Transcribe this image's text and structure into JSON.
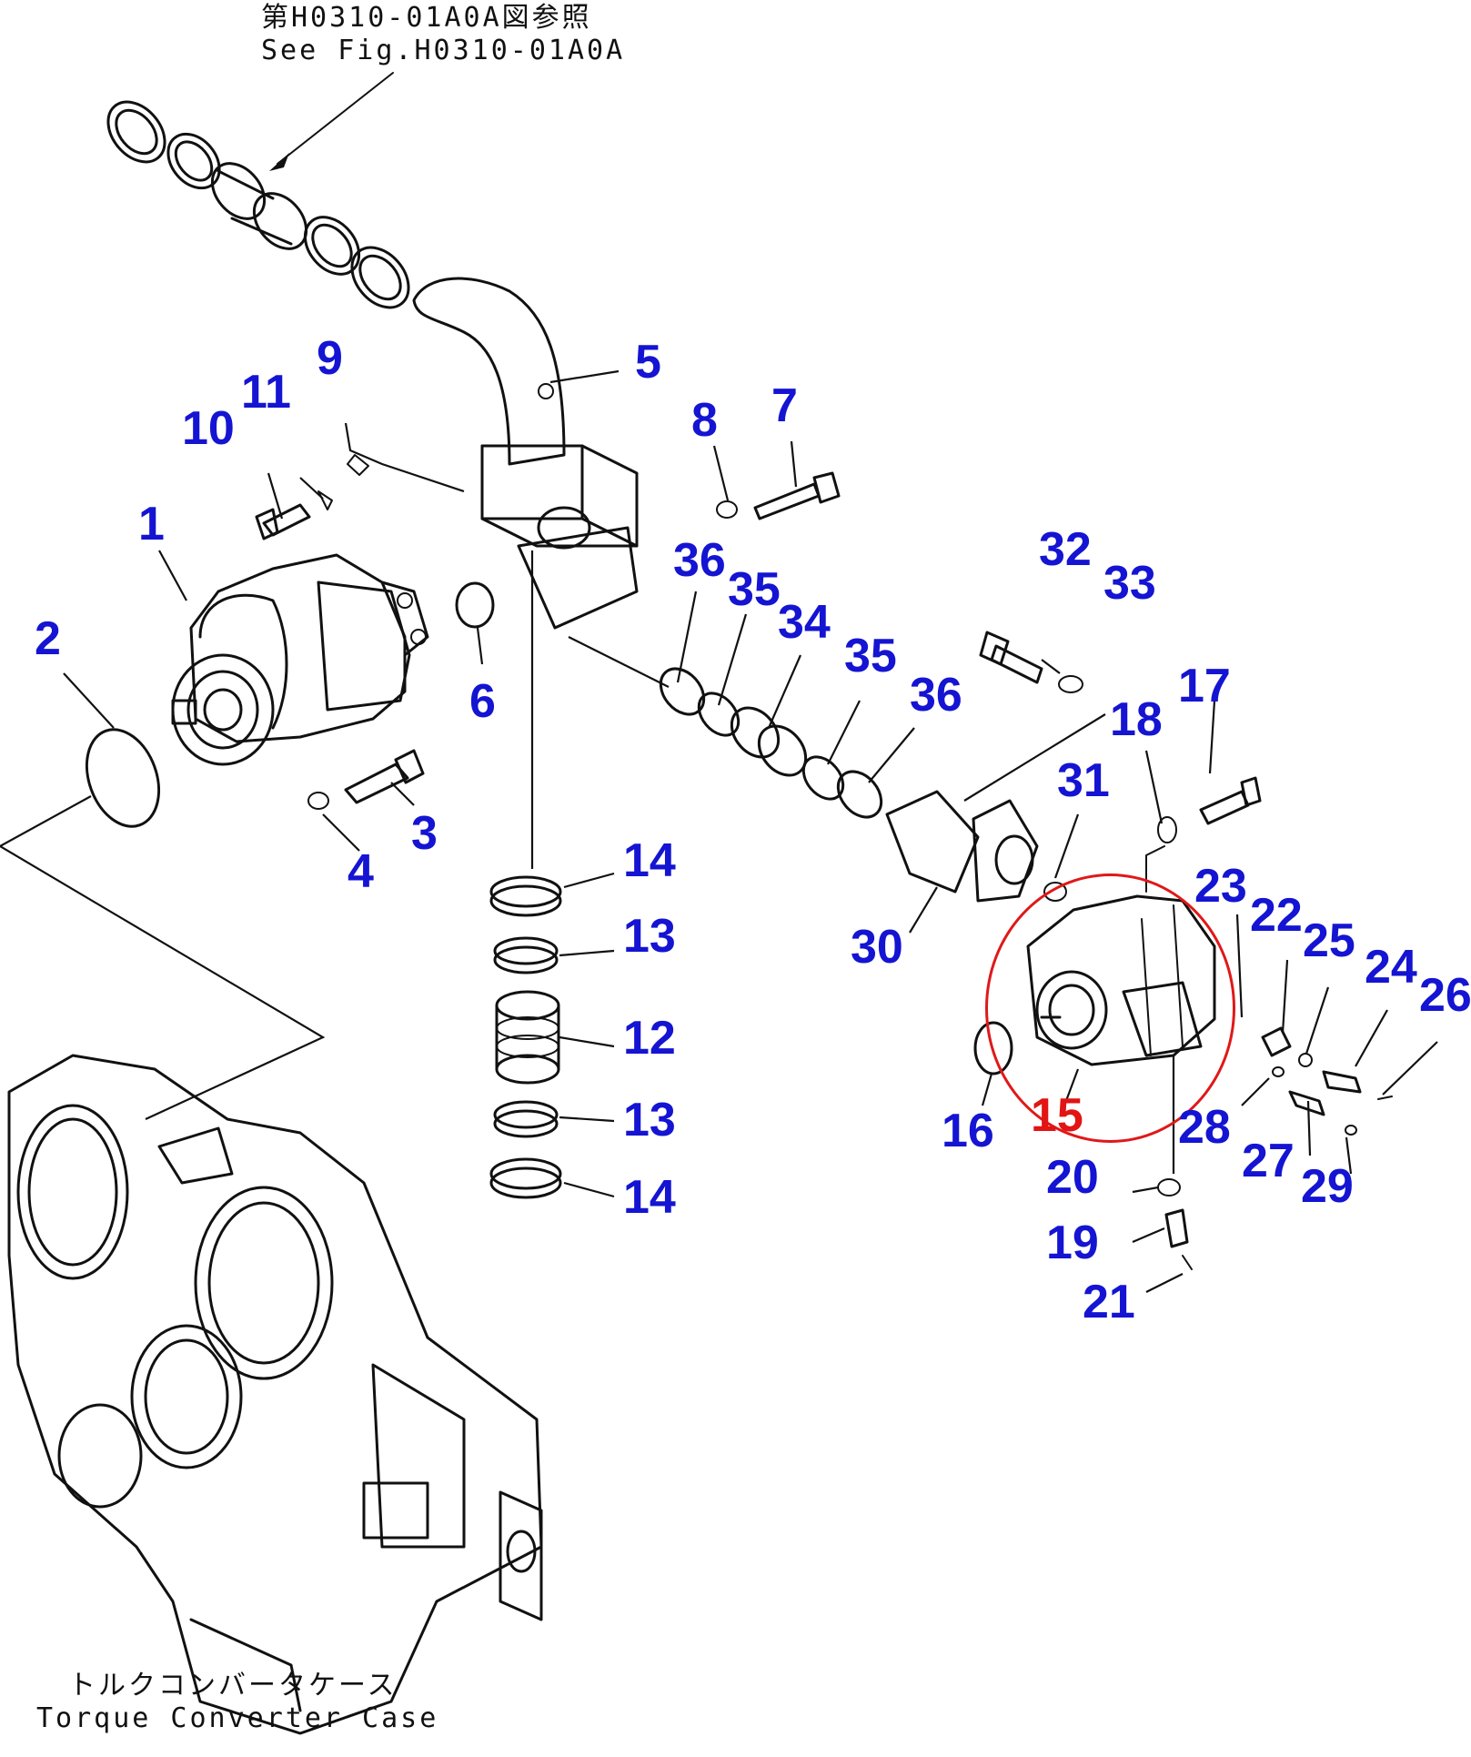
{
  "reference": {
    "line1": "第H0310-01A0A図参照",
    "line2": "See Fig.H0310-01A0A"
  },
  "case_label": {
    "line1": "トルクコンバータケース",
    "line2": "Torque Converter Case"
  },
  "highlighted_part": "15",
  "callouts": {
    "c1": "1",
    "c2": "2",
    "c3": "3",
    "c4": "4",
    "c5": "5",
    "c6": "6",
    "c7": "7",
    "c8": "8",
    "c9": "9",
    "c10": "10",
    "c11": "11",
    "c12": "12",
    "c13a": "13",
    "c13b": "13",
    "c14a": "14",
    "c14b": "14",
    "c15": "15",
    "c16": "16",
    "c17": "17",
    "c18": "18",
    "c19": "19",
    "c20": "20",
    "c21": "21",
    "c22": "22",
    "c23": "23",
    "c24": "24",
    "c25": "25",
    "c26": "26",
    "c27": "27",
    "c28": "28",
    "c29": "29",
    "c30": "30",
    "c31": "31",
    "c32": "32",
    "c33": "33",
    "c34": "34",
    "c35a": "35",
    "c35b": "35",
    "c36a": "36",
    "c36b": "36"
  },
  "colors": {
    "callout": "#1414d2",
    "highlight": "#e21414",
    "line": "#111111",
    "background": "#ffffff"
  }
}
